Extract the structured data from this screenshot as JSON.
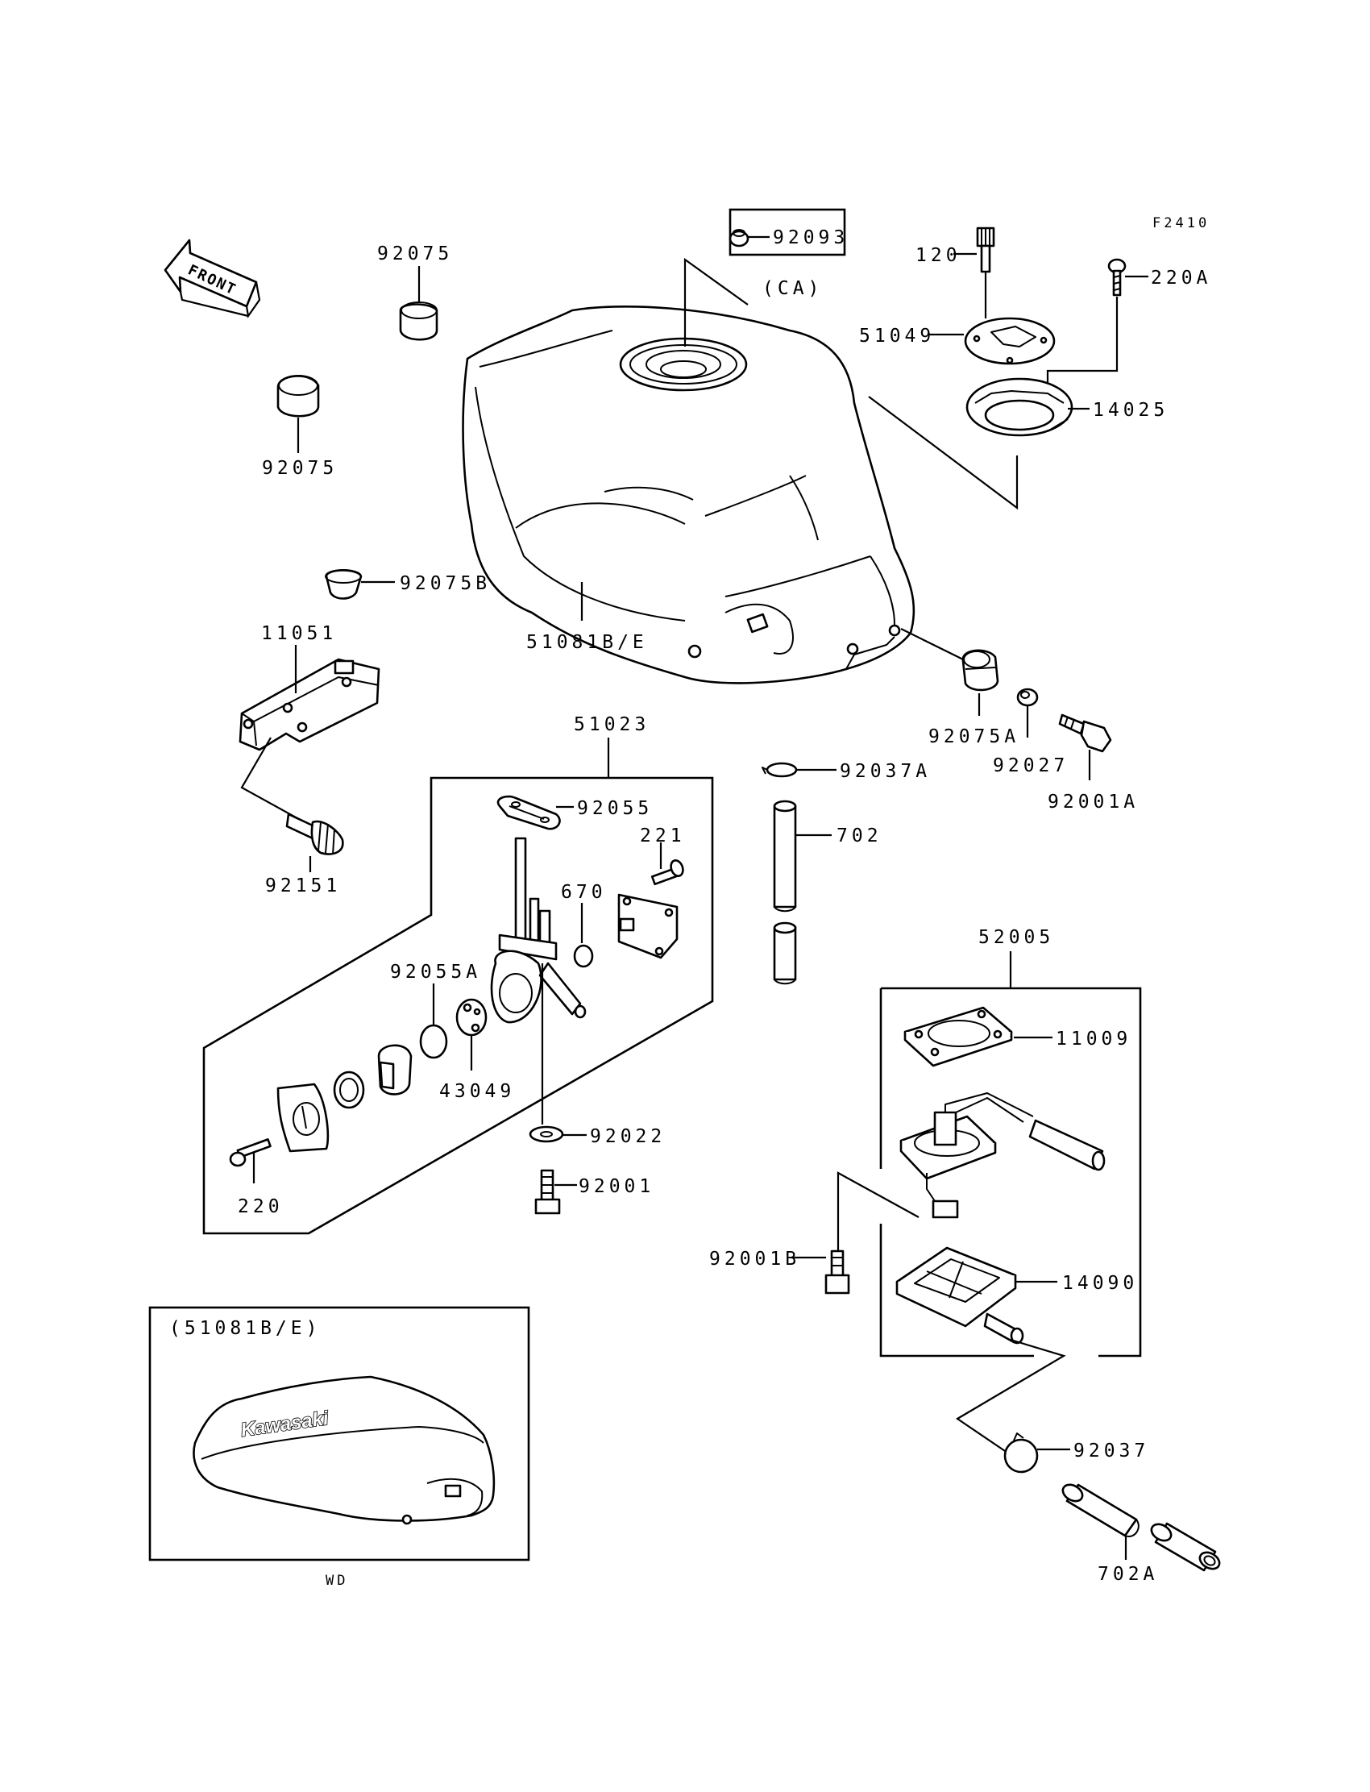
{
  "diagram_code": "F2410",
  "front_arrow_label": "FRONT",
  "logo_text": "Kawasaki",
  "parts": {
    "p92093": "92093",
    "ca": "(CA)",
    "p120": "120",
    "p220A": "220A",
    "p51049": "51049",
    "p14025": "14025",
    "p92075_top": "92075",
    "p92075_left": "92075",
    "p92075B": "92075B",
    "p51081BE": "51081B/E",
    "p11051": "11051",
    "p92075A": "92075A",
    "p92027": "92027",
    "p92001A": "92001A",
    "p92037A": "92037A",
    "p702": "702",
    "p51023": "51023",
    "p92055": "92055",
    "p221": "221",
    "p670": "670",
    "p92151": "92151",
    "p92055A": "92055A",
    "p43049": "43049",
    "p92022": "92022",
    "p92001": "92001",
    "p220": "220",
    "p52005": "52005",
    "p11009": "11009",
    "p92001B": "92001B",
    "p14090": "14090",
    "p92037": "92037",
    "p702A": "702A"
  },
  "inset": {
    "title": "(51081B/E)",
    "caption": "WD"
  }
}
